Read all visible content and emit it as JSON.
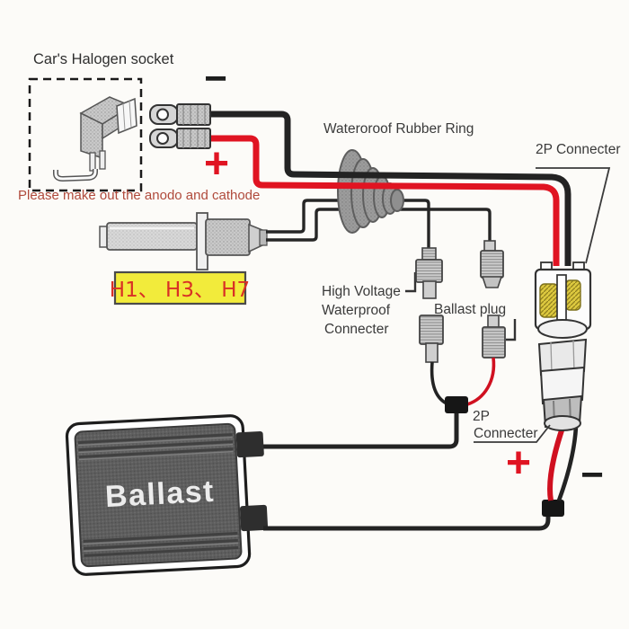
{
  "colors": {
    "wire_black": "#232323",
    "wire_red": "#e01422",
    "note_red": "#b04a3c",
    "label_dark": "#3a3a3a",
    "highlight_yellow": "#f2eb3b",
    "bulb_code_red": "#d93025",
    "coil_yellow": "#ddc93f",
    "ballast_gray": "#5c5c5c"
  },
  "labels": {
    "halogen_socket": "Car's Halogen socket",
    "polarity_note": "Please  make out the anodo and cathode",
    "bulb_codes": "H1、 H3、 H7",
    "rubber_ring": "Wateroroof Rubber Ring",
    "connector_2p_top": "2P Connecter",
    "hv_connector_line1": "High Voltage",
    "hv_connector_line2": "Waterproof",
    "hv_connector_line3": "Connecter",
    "ballast_plug": "Ballast plug",
    "connector_2p_bottom_line1": "2P",
    "connector_2p_bottom_line2": "Connecter",
    "ballast": "Ballast"
  },
  "symbols": {
    "battery_plus": "+",
    "battery_minus": "−",
    "output_plus": "+",
    "output_minus": "−"
  }
}
